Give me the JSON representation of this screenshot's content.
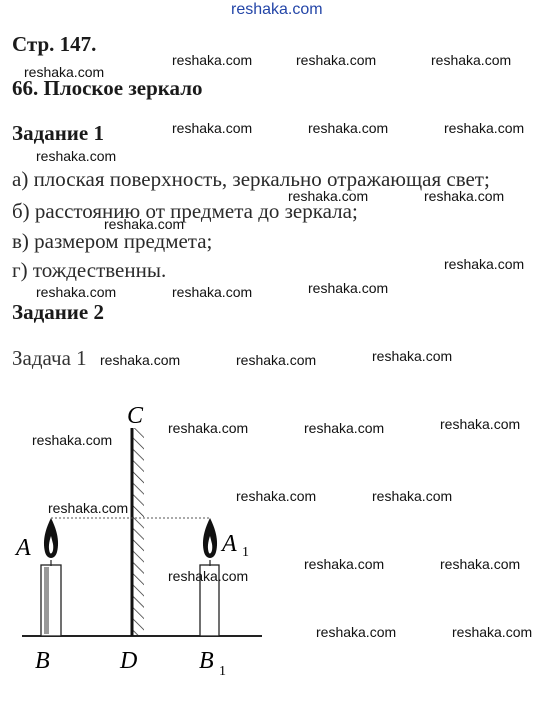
{
  "site_watermark": "reshaka.com",
  "page_ref": "Стр. 147.",
  "section_title": "66. Плоское зеркало",
  "task1": {
    "title": "Задание 1",
    "answers": [
      "а) плоская поверхность, зеркально отражающая свет;",
      "б) расстоянию от предмета до зеркала;",
      "в) размером предмета;",
      "г) тождественны."
    ]
  },
  "task2": {
    "title": "Задание 2",
    "subtask": "Задача 1"
  },
  "figure": {
    "labels": {
      "C": "C",
      "A": "A",
      "A1_main": "A",
      "A1_sub": "1",
      "B": "B",
      "D": "D",
      "B1_main": "B",
      "B1_sub": "1"
    }
  },
  "watermark_text": "reshaka.com"
}
